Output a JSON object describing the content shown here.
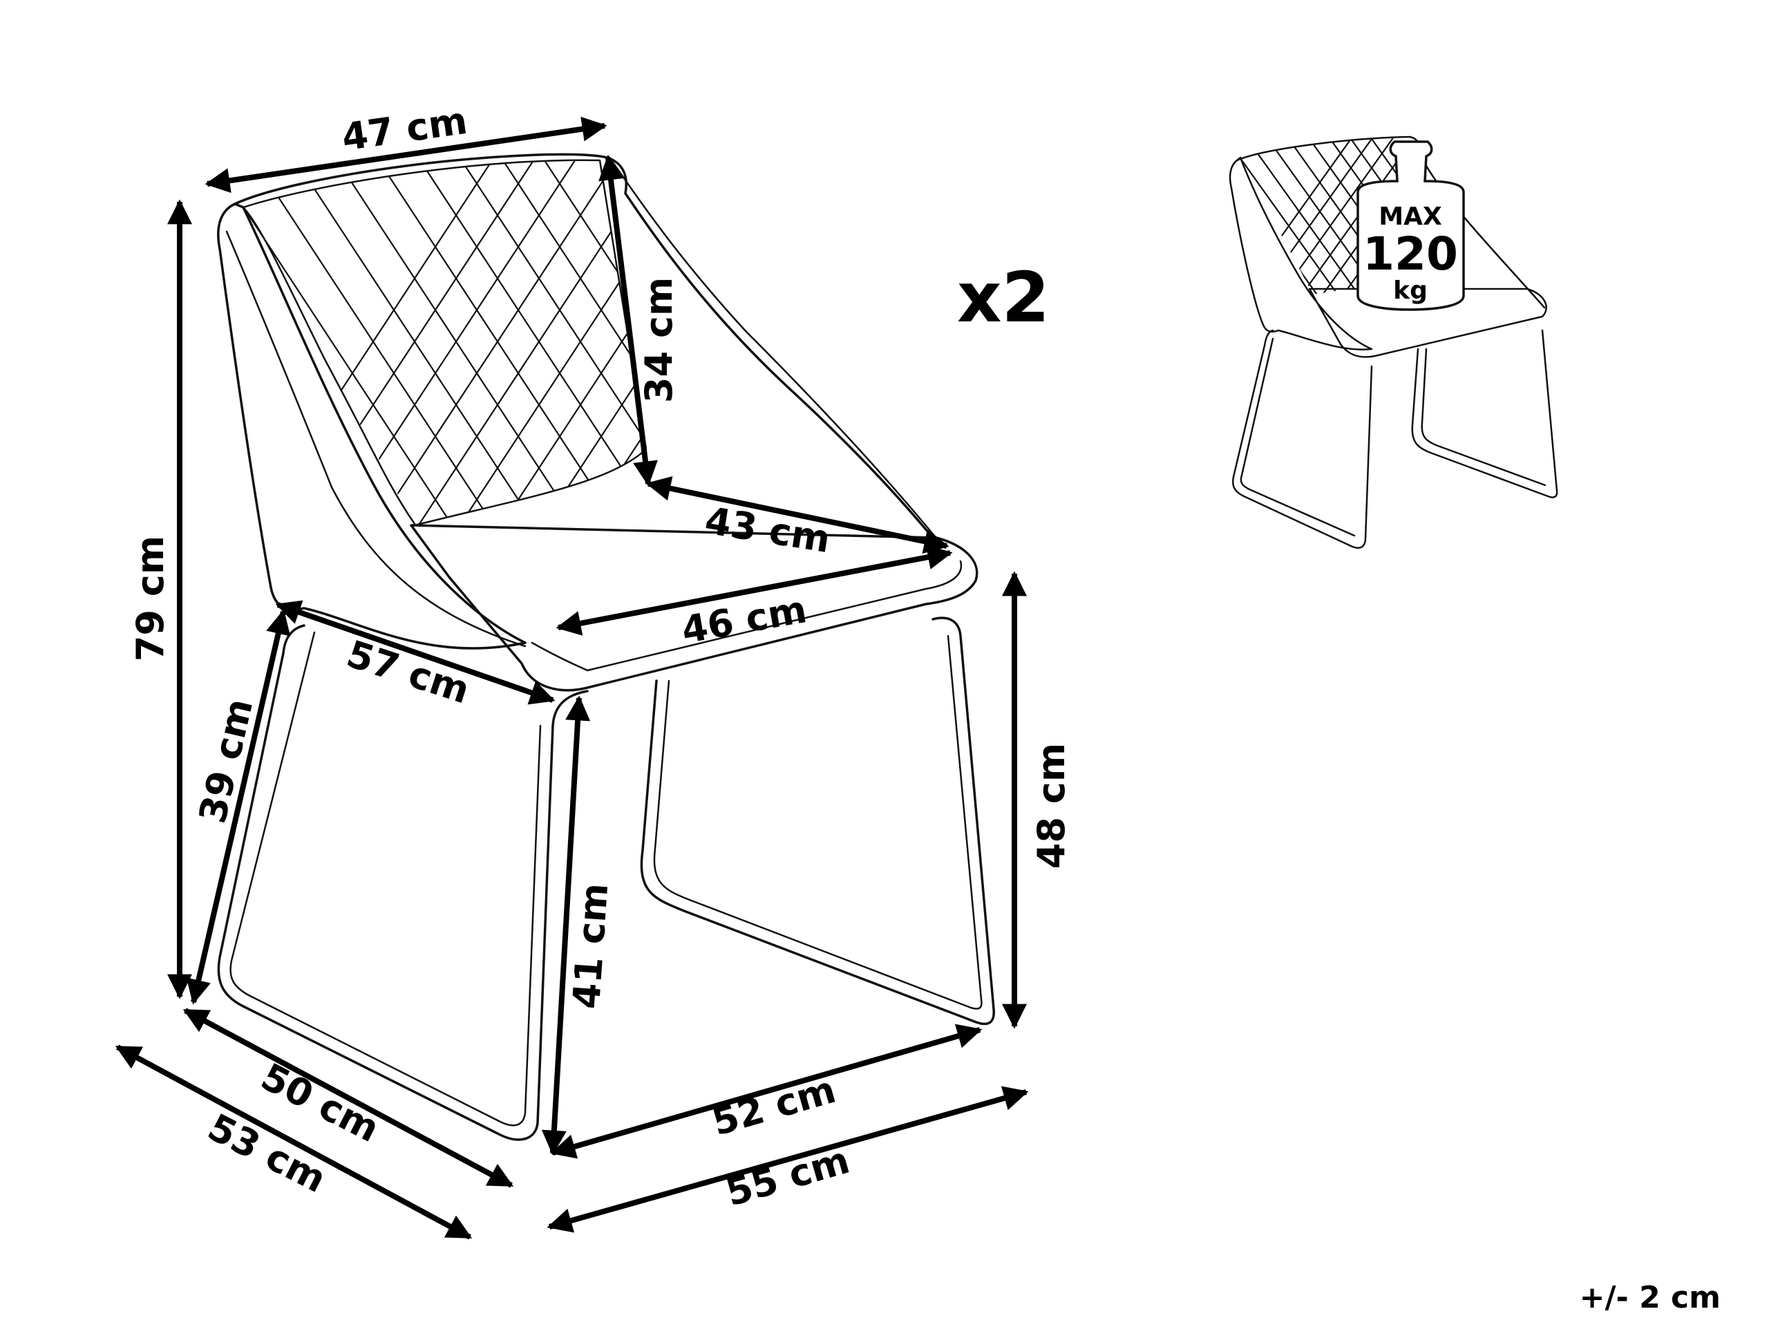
{
  "quantity": "x2",
  "tolerance": "+/- 2 cm",
  "max_load": {
    "line1": "MAX",
    "line2": "120",
    "line3": "kg"
  },
  "dimensions": {
    "backrest_width": "47 cm",
    "backrest_height": "34 cm",
    "seat_depth": "43 cm",
    "seat_width": "46 cm",
    "arm_depth": "57 cm",
    "total_height": "79 cm",
    "arm_height": "39 cm",
    "seat_height": "48 cm",
    "leg_height": "41 cm",
    "base_depth": "50 cm",
    "total_depth": "53 cm",
    "base_width": "52 cm",
    "total_width": "55 cm"
  }
}
